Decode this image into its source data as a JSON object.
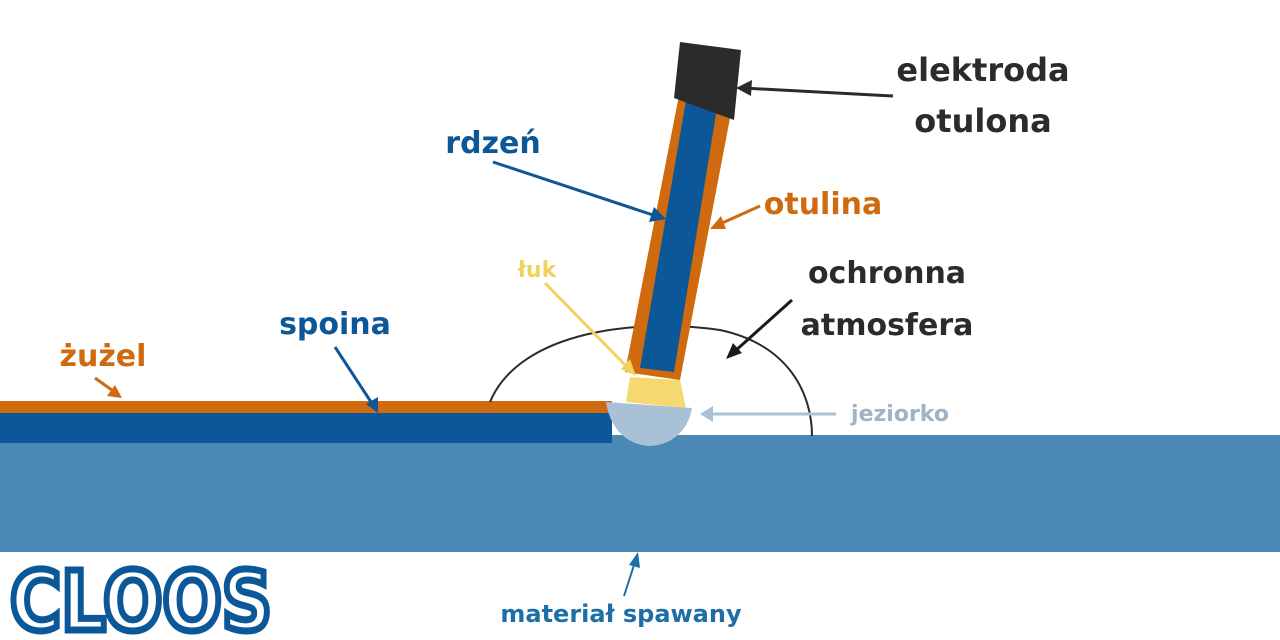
{
  "labels": {
    "elektroda_line1": "elektroda",
    "elektroda_line2": "otulona",
    "rdzen": "rdzeń",
    "otulina": "otulina",
    "luk": "łuk",
    "ochronna_line1": "ochronna",
    "ochronna_line2": "atmosfera",
    "spoina": "spoina",
    "zuzel": "żużel",
    "jeziorko": "jeziorko",
    "material": "materiał spawany"
  },
  "brand": {
    "name": "CLOOS"
  },
  "colors": {
    "base_material": "#4a88b5",
    "weld_bead": "#0b5797",
    "slag": "#cf6a0f",
    "electrode_core": "#0b5797",
    "electrode_coating": "#cf6a0f",
    "electrode_holder": "#2b2b2b",
    "arc": "#f5d970",
    "weld_pool": "#a8c1d6",
    "atmosphere_outline": "#2b2b2b",
    "label_dark": "#2b2b2b",
    "label_blue": "#0b5797",
    "label_orange": "#cf6a0f",
    "label_yellow": "#f0d35a",
    "label_pool": "#9db4c8",
    "label_material": "#1e6fa8",
    "brand": "#0b5797"
  },
  "icons": [
    "arrow-icon"
  ]
}
